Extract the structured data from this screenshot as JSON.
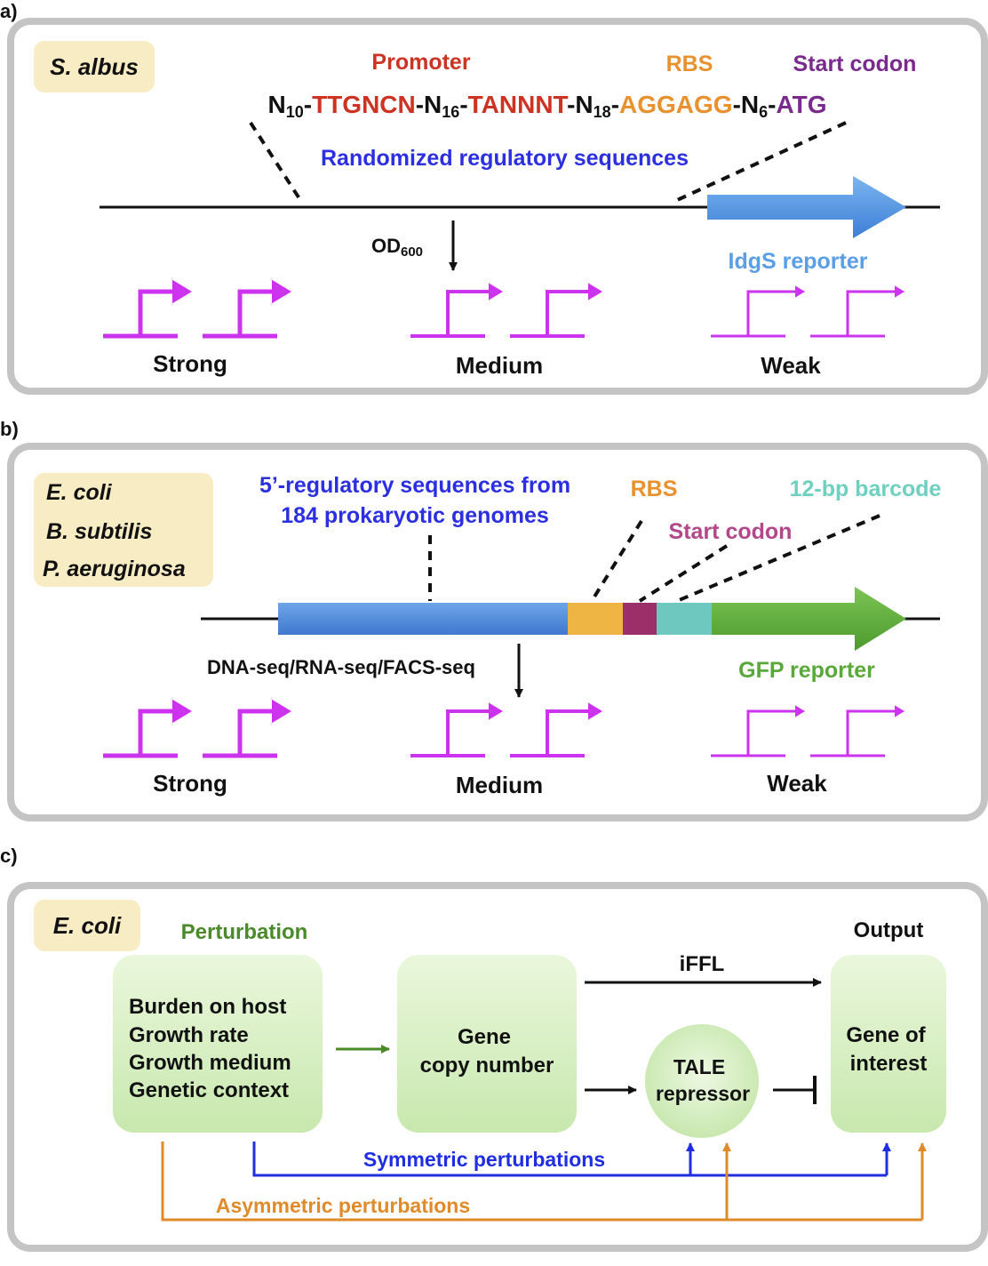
{
  "panels": {
    "a": {
      "letter": "a)",
      "organisms": [
        "S. albus"
      ],
      "labels": {
        "promoter": "Promoter",
        "rbs": "RBS",
        "start_codon": "Start codon",
        "randomized": "Randomized regulatory sequences",
        "od": "OD",
        "od_sub": "600",
        "reporter": "IdgS reporter"
      },
      "sequence": [
        {
          "t": "N",
          "c": "#111111"
        },
        {
          "t": "10",
          "c": "#111111",
          "sub": true
        },
        {
          "t": "-",
          "c": "#111111"
        },
        {
          "t": "TTGNCN",
          "c": "#cc3322"
        },
        {
          "t": "-N",
          "c": "#111111"
        },
        {
          "t": "16",
          "c": "#111111",
          "sub": true
        },
        {
          "t": "-",
          "c": "#111111"
        },
        {
          "t": "TANNNT",
          "c": "#cc3322"
        },
        {
          "t": "-N",
          "c": "#111111"
        },
        {
          "t": "18",
          "c": "#111111",
          "sub": true
        },
        {
          "t": "-",
          "c": "#111111"
        },
        {
          "t": "AGGAGG",
          "c": "#e8912e"
        },
        {
          "t": "-N",
          "c": "#111111"
        },
        {
          "t": "6",
          "c": "#111111",
          "sub": true
        },
        {
          "t": "-",
          "c": "#111111"
        },
        {
          "t": "ATG",
          "c": "#7a2a8c"
        }
      ],
      "strengths": [
        "Strong",
        "Medium",
        "Weak"
      ]
    },
    "b": {
      "letter": "b)",
      "organisms": [
        "E. coli",
        "B. subtilis",
        "P. aeruginosa"
      ],
      "labels": {
        "regulatory_line1": "5’-regulatory sequences from",
        "regulatory_line2": "184 prokaryotic genomes",
        "rbs": "RBS",
        "barcode": "12-bp barcode",
        "start_codon": "Start codon",
        "methods": "DNA-seq/RNA-seq/FACS-seq",
        "reporter": "GFP reporter"
      },
      "strengths": [
        "Strong",
        "Medium",
        "Weak"
      ]
    },
    "c": {
      "letter": "c)",
      "organisms": [
        "E. coli"
      ],
      "labels": {
        "perturbation": "Perturbation",
        "output": "Output",
        "burden_lines": [
          "Burden on host",
          "Growth rate",
          "Growth medium",
          "Genetic context"
        ],
        "gene_copy_lines": [
          "Gene",
          "copy number"
        ],
        "iffl": "iFFL",
        "tale_lines": [
          "TALE",
          "repressor"
        ],
        "goi_lines": [
          "Gene of",
          "interest"
        ],
        "symmetric": "Symmetric perturbations",
        "asymmetric": "Asymmetric perturbations"
      }
    }
  },
  "colors": {
    "promoter": "#cc3322",
    "rbs": "#e8912e",
    "start_codon": "#7a2a8c",
    "randomized": "#2b2fe0",
    "idgs": "#5b9ee6",
    "gfp": "#5aa83a",
    "barcode": "#6fd0c0",
    "start_codon_b": "#b3478a",
    "magenta": "#cc33ee",
    "symmetric": "#1f2ee0",
    "asymmetric": "#e08a2a",
    "organism_bg": "#f8ecc4"
  }
}
